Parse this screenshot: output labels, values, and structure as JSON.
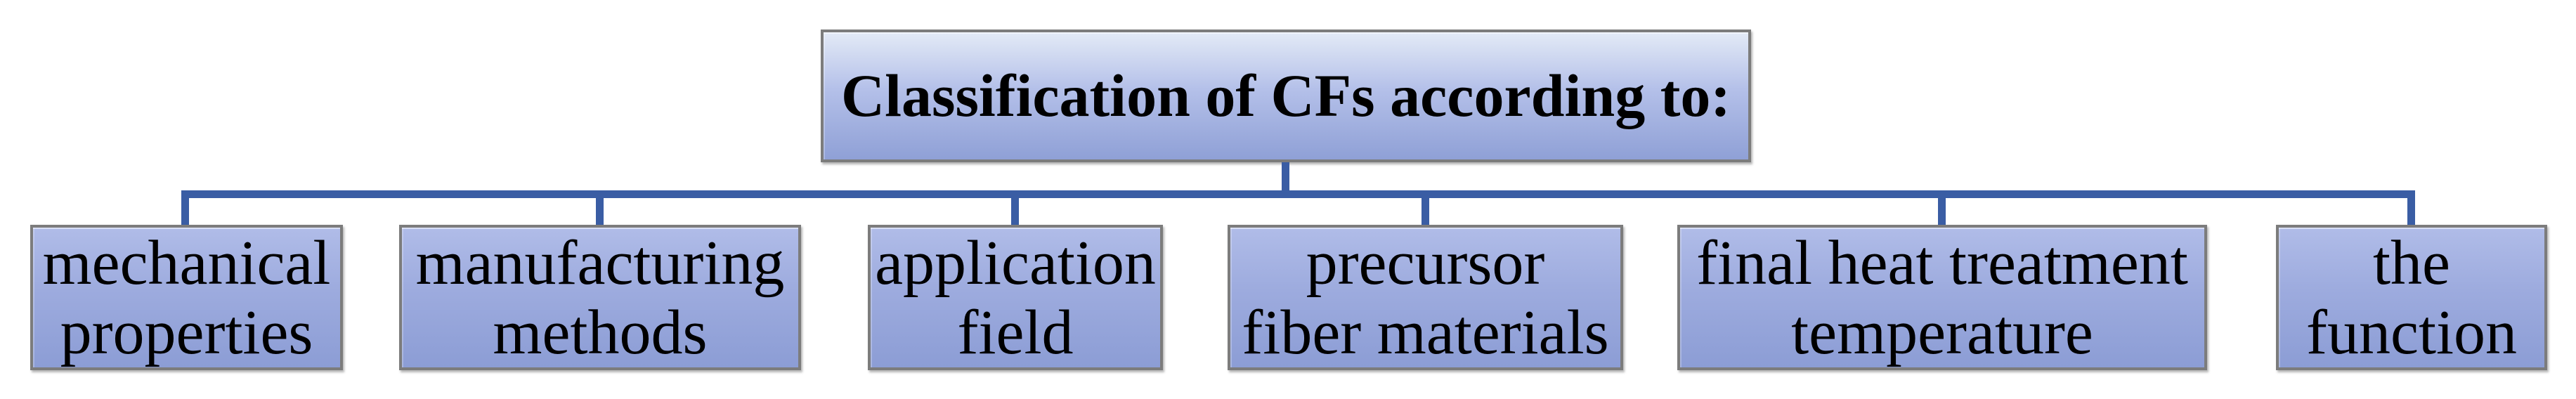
{
  "diagram": {
    "title": "Classification of CFs according to:",
    "root": {
      "label": "Classification of CFs according to:"
    },
    "children": [
      {
        "label": "mechanical\nproperties"
      },
      {
        "label": "manufacturing\nmethods"
      },
      {
        "label": "application\nfield"
      },
      {
        "label": "precursor\nfiber materials"
      },
      {
        "label": "final heat treatment\ntemperature"
      },
      {
        "label": "the\nfunction"
      }
    ],
    "colors": {
      "background": "#ffffff",
      "connector_blue": "#3a5da4",
      "box_border_gray": "#7c7c7c",
      "root_gradient_top": "#e3eaf6",
      "root_gradient_bottom": "#8fa0d6",
      "child_gradient_top": "#b0bce8",
      "child_gradient_bottom": "#8c9dd5",
      "text": "#000000"
    }
  }
}
